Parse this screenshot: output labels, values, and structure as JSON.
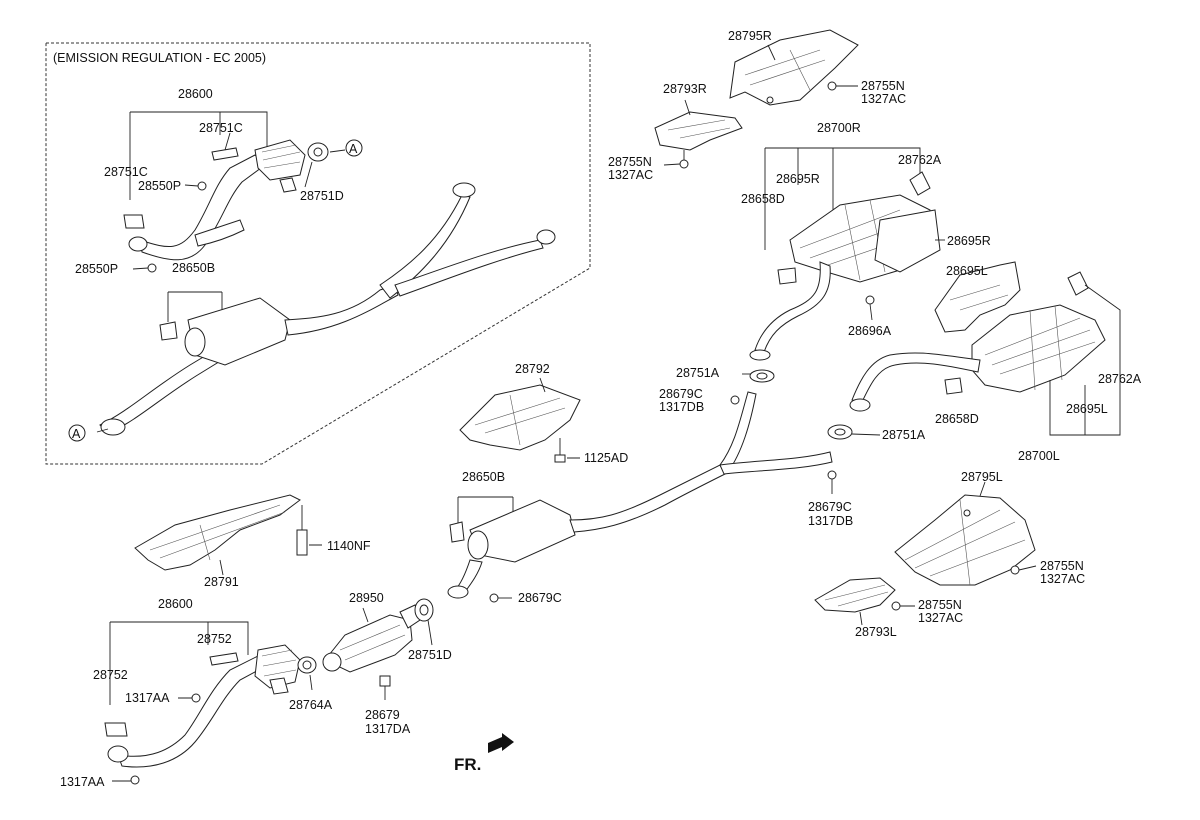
{
  "region_title": "(EMISSION REGULATION - EC 2005)",
  "ref_marker": "A",
  "front_label": "FR.",
  "labels": {
    "l28600_top": "28600",
    "l28751C_a": "28751C",
    "l28751C_b": "28751C",
    "l28550P_a": "28550P",
    "l28550P_b": "28550P",
    "l28751D_top": "28751D",
    "l28650B_top": "28650B",
    "l28795R": "28795R",
    "l28793R": "28793R",
    "l28755N_a": "28755N",
    "l1327AC_a": "1327AC",
    "l28755N_b": "28755N",
    "l1327AC_b": "1327AC",
    "l28700R": "28700R",
    "l28762A_a": "28762A",
    "l28695R_a": "28695R",
    "l28658D_a": "28658D",
    "l28695R_b": "28695R",
    "l28695L_a": "28695L",
    "l28696A": "28696A",
    "l28762A_b": "28762A",
    "l28751A_a": "28751A",
    "l28679C_a": "28679C",
    "l1317DB_a": "1317DB",
    "l28792": "28792",
    "l1125AD": "1125AD",
    "l28658D_b": "28658D",
    "l28695L_b": "28695L",
    "l28751A_b": "28751A",
    "l28700L": "28700L",
    "l28679C_b": "28679C",
    "l1317DB_b": "1317DB",
    "l28650B_bot": "28650B",
    "l28795L": "28795L",
    "l1140NF": "1140NF",
    "l28791": "28791",
    "l28755N_c": "28755N",
    "l1327AC_c": "1327AC",
    "l28755N_d": "28755N",
    "l1327AC_d": "1327AC",
    "l28793L": "28793L",
    "l28600_bot": "28600",
    "l28950": "28950",
    "l28679C_c": "28679C",
    "l28752_a": "28752",
    "l28752_b": "28752",
    "l28751D_bot": "28751D",
    "l1317AA_a": "1317AA",
    "l28764A": "28764A",
    "l28679": "28679",
    "l1317DA": "1317DA",
    "l1317AA_b": "1317AA"
  }
}
